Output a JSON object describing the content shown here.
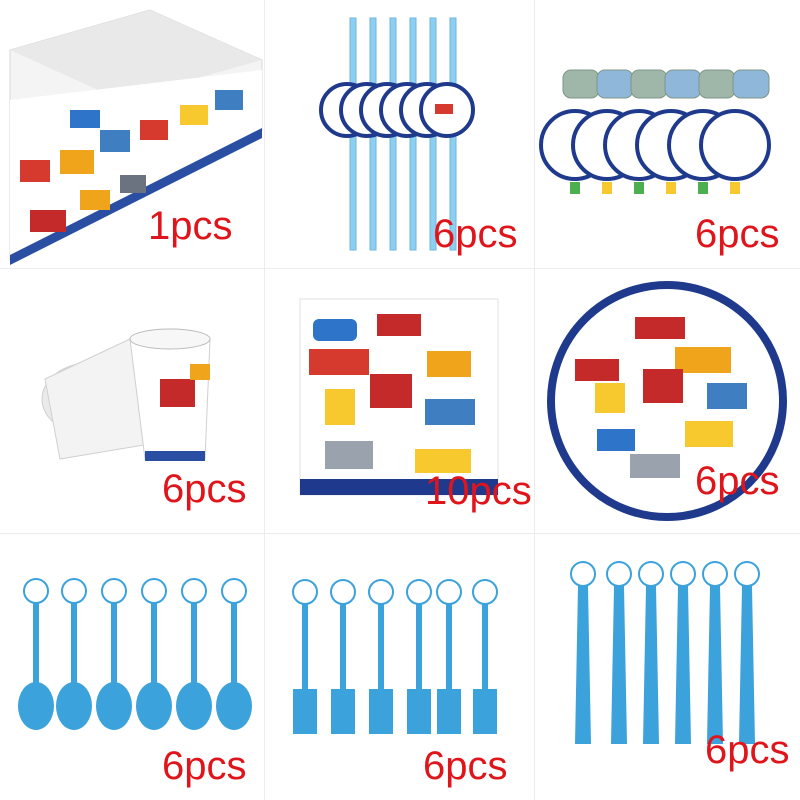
{
  "items": [
    {
      "name": "tablecloth",
      "quantity": "1pcs"
    },
    {
      "name": "straws",
      "quantity": "6pcs"
    },
    {
      "name": "blowouts",
      "quantity": "6pcs"
    },
    {
      "name": "cups",
      "quantity": "6pcs"
    },
    {
      "name": "napkins",
      "quantity": "10pcs"
    },
    {
      "name": "plates",
      "quantity": "6pcs"
    },
    {
      "name": "spoons",
      "quantity": "6pcs"
    },
    {
      "name": "forks",
      "quantity": "6pcs"
    },
    {
      "name": "knives",
      "quantity": "6pcs"
    }
  ],
  "colors": {
    "label_red": "#e0151b",
    "cutlery_blue": "#3ba2dc",
    "rim_navy": "#1f3a8c",
    "straw_blue": "#8ccff0"
  }
}
